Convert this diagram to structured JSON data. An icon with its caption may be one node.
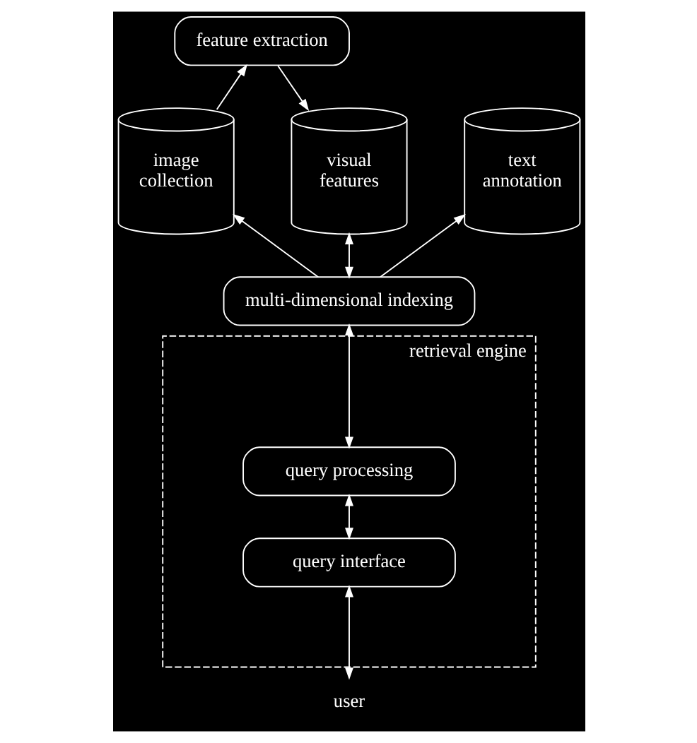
{
  "diagram": {
    "nodes": [
      {
        "text": [
          "feature extraction"
        ]
      },
      {
        "text": [
          "image collection"
        ]
      },
      {
        "text": [
          "visual features"
        ]
      },
      {
        "text": [
          "text annotation"
        ]
      },
      {
        "text": [
          "multi-dimensional indexing"
        ]
      },
      {
        "text": [
          "retrieval engine"
        ]
      },
      {
        "text": [
          "query processing"
        ],
        "in": 5
      },
      {
        "text": [
          "query interface"
        ],
        "in": 5
      },
      {
        "text": [
          "user"
        ]
      }
    ],
    "edges": [
      {
        "from": 1,
        "to": 0,
        "arrow": "to"
      },
      {
        "from": 0,
        "to": 2,
        "arrow": "to"
      },
      {
        "from": 4,
        "to": 1,
        "arrow": "to"
      },
      {
        "from": 4,
        "to": 2,
        "arrow": "both"
      },
      {
        "from": 4,
        "to": 3,
        "arrow": "to"
      },
      {
        "from": 4,
        "to": 6,
        "arrow": "both"
      },
      {
        "from": 6,
        "to": 7,
        "arrow": "both"
      },
      {
        "from": 7,
        "to": 8,
        "arrow": "both"
      }
    ]
  }
}
